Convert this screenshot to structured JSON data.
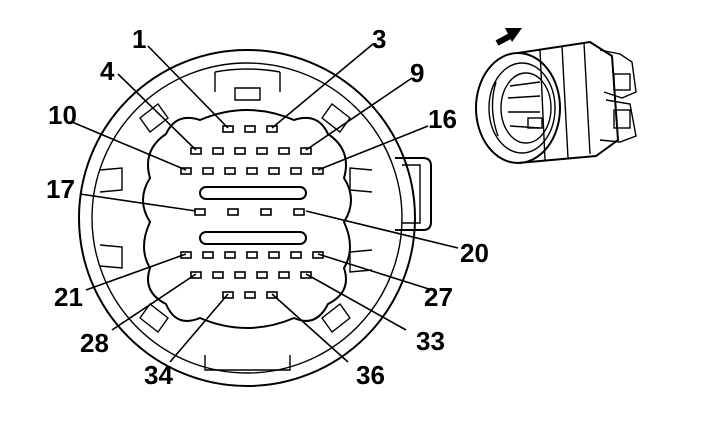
{
  "colors": {
    "ink": "#000000",
    "paper": "#ffffff"
  },
  "icons": {
    "direction": "arrow-icon",
    "connector_photo": "connector-isometric-icon"
  },
  "pin_labels": {
    "p1": "1",
    "p3": "3",
    "p4": "4",
    "p9": "9",
    "p10": "10",
    "p16": "16",
    "p17": "17",
    "p20": "20",
    "p21": "21",
    "p27": "27",
    "p28": "28",
    "p33": "33",
    "p34": "34",
    "p36": "36"
  }
}
